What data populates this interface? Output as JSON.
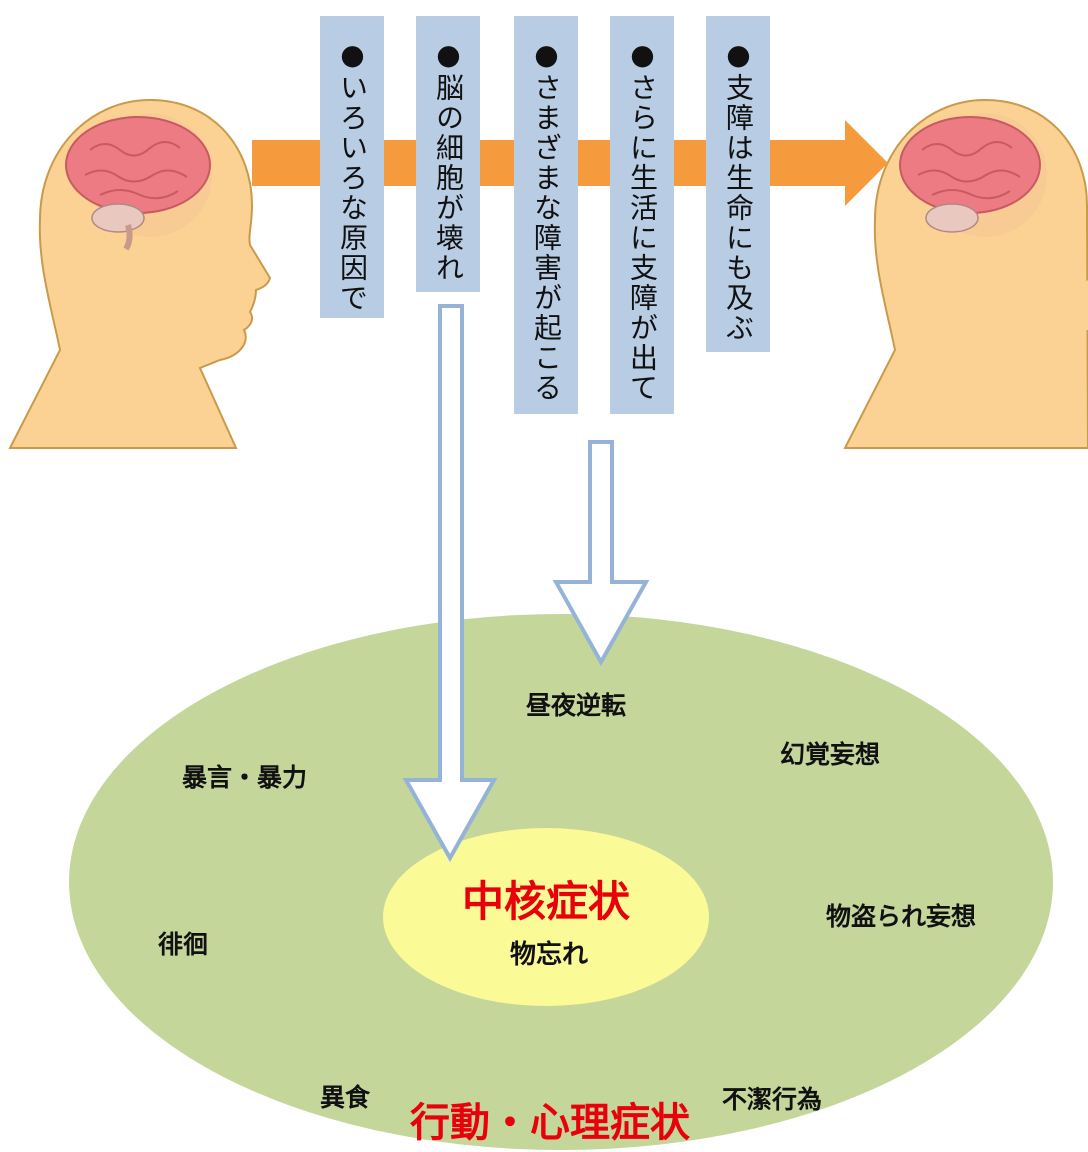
{
  "steps": [
    "●いろいろな原因で",
    "●脳の細胞が壊れ",
    "●さまざまな障害が起こる",
    "●さらに生活に支障が出て",
    "●支障は生命にも及ぶ"
  ],
  "core": {
    "title": "中核症状",
    "symptom": "物忘れ"
  },
  "bpsd": {
    "title": "行動・心理症状",
    "symptoms": {
      "night_day": "昼夜逆転",
      "violence": "暴言・暴力",
      "hallucination": "幻覚妄想",
      "theft_delusion": "物盗られ妄想",
      "wandering": "徘徊",
      "pica": "異食",
      "unclean": "不潔行為"
    }
  },
  "colors": {
    "outer_ellipse": "#c5d69b",
    "inner_ellipse": "#fafa96",
    "step_box": "#b8cce4",
    "arrow_orange": "#f59a3d",
    "skin": "#fbd293",
    "brain": "#ec7b84",
    "title_red": "#e8000b",
    "hollow_arrow_stroke": "#95b3d7"
  }
}
